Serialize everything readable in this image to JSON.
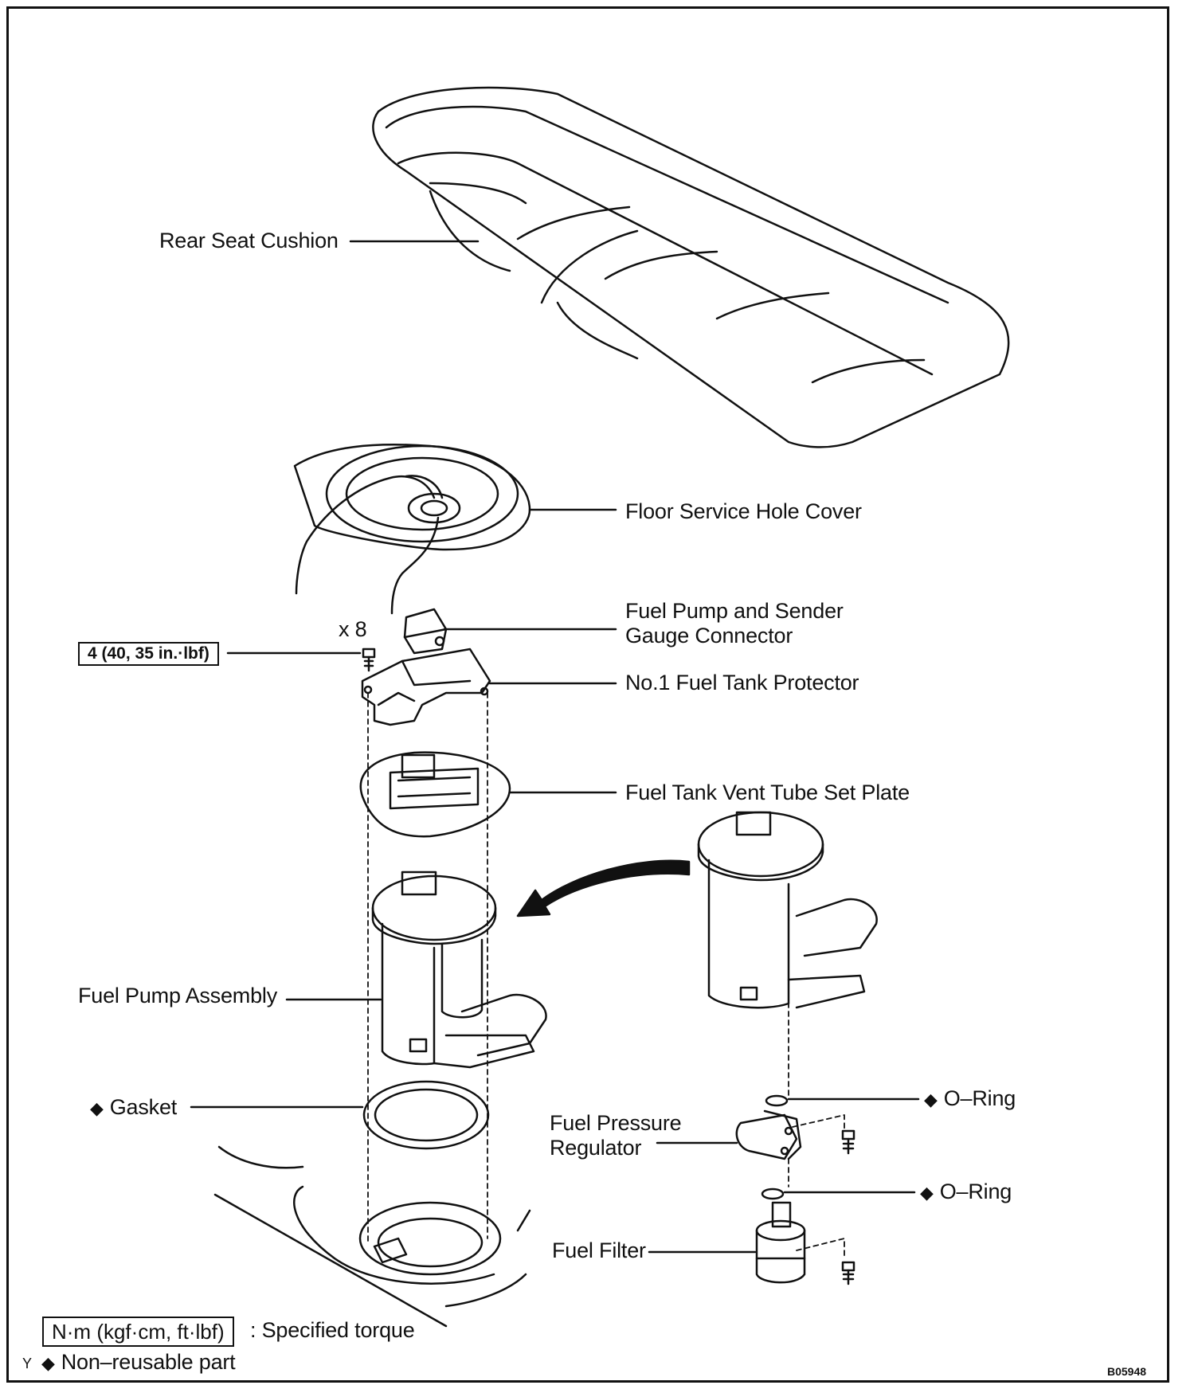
{
  "labels": {
    "rear_seat_cushion": "Rear Seat Cushion",
    "floor_service_hole_cover": "Floor Service Hole Cover",
    "connector_line1": "Fuel Pump and Sender",
    "connector_line2": "Gauge Connector",
    "protector": "No.1 Fuel Tank Protector",
    "vent_tube_plate": "Fuel Tank Vent Tube Set Plate",
    "fuel_pump_assembly": "Fuel Pump Assembly",
    "gasket": "Gasket",
    "o_ring_upper": "O–Ring",
    "o_ring_lower": "O–Ring",
    "regulator_line1": "Fuel  Pressure",
    "regulator_line2": "Regulator",
    "fuel_filter": "Fuel Filter",
    "bolt_count": "x 8",
    "torque_spec": "4 (40, 35 in.·lbf)"
  },
  "legend": {
    "torque_unit_box": "N·m (kgf·cm, ft·lbf)",
    "torque_desc": ": Specified torque",
    "non_reusable": "Non–reusable part",
    "corner_mark": "Y"
  },
  "diagram_code": "B05948",
  "symbols": {
    "non_reusable": "◆"
  },
  "colors": {
    "ink": "#111111",
    "paper": "#ffffff"
  }
}
